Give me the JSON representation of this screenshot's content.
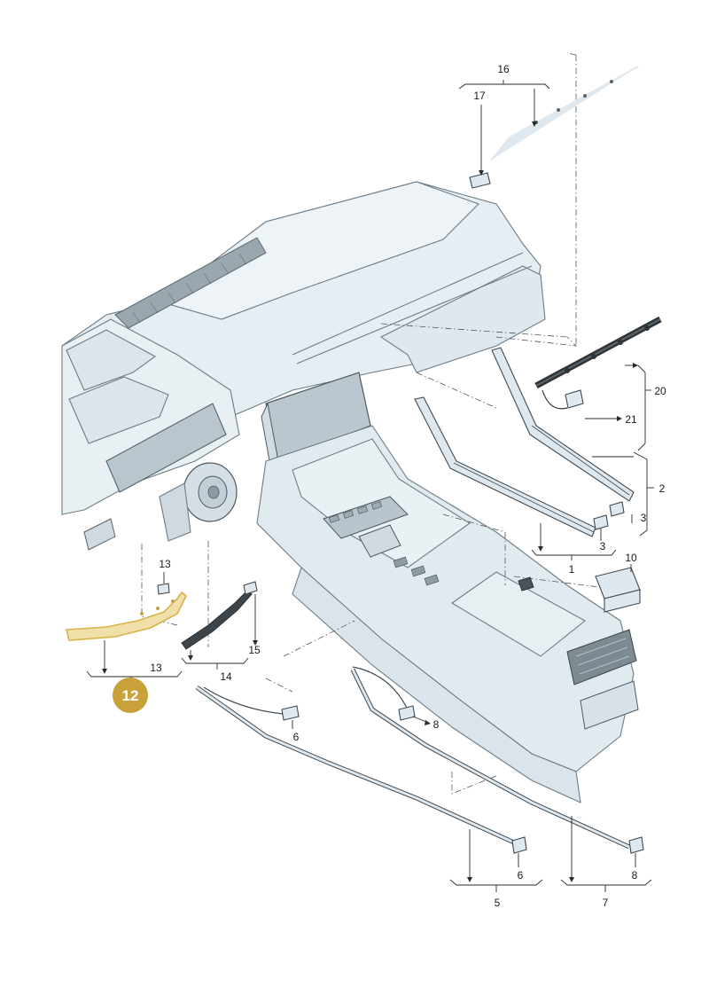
{
  "diagram": {
    "highlight": {
      "label": "12",
      "color": "#c9a13b",
      "part_color": "#d9b24a"
    },
    "colors": {
      "body_fill": "#e3ecf1",
      "body_stroke": "#6d7c86",
      "line": "#2a2a2a"
    },
    "callouts": {
      "c1": "1",
      "c2": "2",
      "c3a": "3",
      "c3b": "3",
      "c5": "5",
      "c6a": "6",
      "c6b": "6",
      "c7": "7",
      "c8a": "8",
      "c8b": "8",
      "c10": "10",
      "c13a": "13",
      "c13b": "13",
      "c14": "14",
      "c15": "15",
      "c16": "16",
      "c17": "17",
      "c20": "20",
      "c21": "21"
    }
  }
}
